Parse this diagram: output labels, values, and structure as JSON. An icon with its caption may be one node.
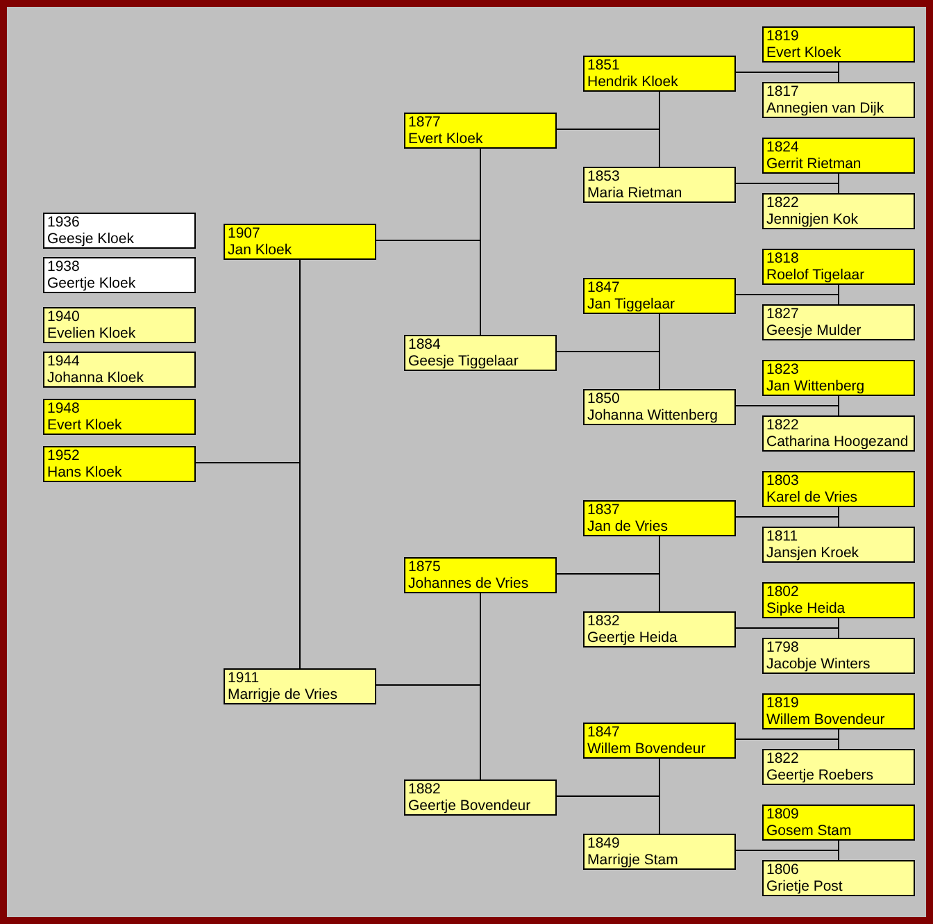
{
  "diagram": {
    "nodes": [
      {
        "text": [
          "1936",
          "Geesje Kloek"
        ]
      },
      {
        "text": [
          "1938",
          "Geertje Kloek"
        ]
      },
      {
        "text": [
          "1940",
          "Evelien Kloek"
        ]
      },
      {
        "text": [
          "1944",
          "Johanna Kloek"
        ]
      },
      {
        "text": [
          "1948",
          "Evert Kloek"
        ]
      },
      {
        "text": [
          "1952",
          "Hans Kloek"
        ]
      },
      {
        "text": [
          "1907",
          "Jan Kloek"
        ]
      },
      {
        "text": [
          "1911",
          "Marrigje de Vries"
        ]
      },
      {
        "text": [
          "1877",
          "Evert Kloek"
        ]
      },
      {
        "text": [
          "1884",
          "Geesje Tiggelaar"
        ]
      },
      {
        "text": [
          "1875",
          "Johannes de Vries"
        ]
      },
      {
        "text": [
          "1882",
          "Geertje Bovendeur"
        ]
      },
      {
        "text": [
          "1851",
          "Hendrik Kloek"
        ]
      },
      {
        "text": [
          "1853",
          "Maria Rietman"
        ]
      },
      {
        "text": [
          "1847",
          "Jan Tiggelaar"
        ]
      },
      {
        "text": [
          "1850",
          "Johanna Wittenberg"
        ]
      },
      {
        "text": [
          "1837",
          "Jan de Vries"
        ]
      },
      {
        "text": [
          "1832",
          "Geertje Heida"
        ]
      },
      {
        "text": [
          "1847",
          "Willem Bovendeur"
        ]
      },
      {
        "text": [
          "1849",
          "Marrigje Stam"
        ]
      },
      {
        "text": [
          "1819",
          "Evert Kloek"
        ]
      },
      {
        "text": [
          "1817",
          "Annegien van Dijk"
        ]
      },
      {
        "text": [
          "1824",
          "Gerrit Rietman"
        ]
      },
      {
        "text": [
          "1822",
          "Jennigjen Kok"
        ]
      },
      {
        "text": [
          "1818",
          "Roelof Tigelaar"
        ]
      },
      {
        "text": [
          "1827",
          "Geesje Mulder"
        ]
      },
      {
        "text": [
          "1823",
          "Jan Wittenberg"
        ]
      },
      {
        "text": [
          "1822",
          "Catharina Hoogezand"
        ]
      },
      {
        "text": [
          "1803",
          "Karel de Vries"
        ]
      },
      {
        "text": [
          "1811",
          "Jansjen Kroek"
        ]
      },
      {
        "text": [
          "1802",
          "Sipke Heida"
        ]
      },
      {
        "text": [
          "1798",
          "Jacobje Winters"
        ]
      },
      {
        "text": [
          "1819",
          "Willem Bovendeur"
        ]
      },
      {
        "text": [
          "1822",
          "Geertje Roebers"
        ]
      },
      {
        "text": [
          "1809",
          "Gosem Stam"
        ]
      },
      {
        "text": [
          "1806",
          "Grietje Post"
        ]
      }
    ],
    "edges": [
      {
        "from": 5,
        "to": 6,
        "arrow": "none"
      },
      {
        "from": 5,
        "to": 7,
        "arrow": "none"
      },
      {
        "from": 6,
        "to": 8,
        "arrow": "none"
      },
      {
        "from": 6,
        "to": 9,
        "arrow": "none"
      },
      {
        "from": 7,
        "to": 10,
        "arrow": "none"
      },
      {
        "from": 7,
        "to": 11,
        "arrow": "none"
      },
      {
        "from": 8,
        "to": 12,
        "arrow": "none"
      },
      {
        "from": 8,
        "to": 13,
        "arrow": "none"
      },
      {
        "from": 9,
        "to": 14,
        "arrow": "none"
      },
      {
        "from": 9,
        "to": 15,
        "arrow": "none"
      },
      {
        "from": 10,
        "to": 16,
        "arrow": "none"
      },
      {
        "from": 10,
        "to": 17,
        "arrow": "none"
      },
      {
        "from": 11,
        "to": 18,
        "arrow": "none"
      },
      {
        "from": 11,
        "to": 19,
        "arrow": "none"
      },
      {
        "from": 12,
        "to": 20,
        "arrow": "none"
      },
      {
        "from": 12,
        "to": 21,
        "arrow": "none"
      },
      {
        "from": 13,
        "to": 22,
        "arrow": "none"
      },
      {
        "from": 13,
        "to": 23,
        "arrow": "none"
      },
      {
        "from": 14,
        "to": 24,
        "arrow": "none"
      },
      {
        "from": 14,
        "to": 25,
        "arrow": "none"
      },
      {
        "from": 15,
        "to": 26,
        "arrow": "none"
      },
      {
        "from": 15,
        "to": 27,
        "arrow": "none"
      },
      {
        "from": 16,
        "to": 28,
        "arrow": "none"
      },
      {
        "from": 16,
        "to": 29,
        "arrow": "none"
      },
      {
        "from": 17,
        "to": 30,
        "arrow": "none"
      },
      {
        "from": 17,
        "to": 31,
        "arrow": "none"
      },
      {
        "from": 18,
        "to": 32,
        "arrow": "none"
      },
      {
        "from": 18,
        "to": 33,
        "arrow": "none"
      },
      {
        "from": 19,
        "to": 34,
        "arrow": "none"
      },
      {
        "from": 19,
        "to": 35,
        "arrow": "none"
      }
    ]
  }
}
